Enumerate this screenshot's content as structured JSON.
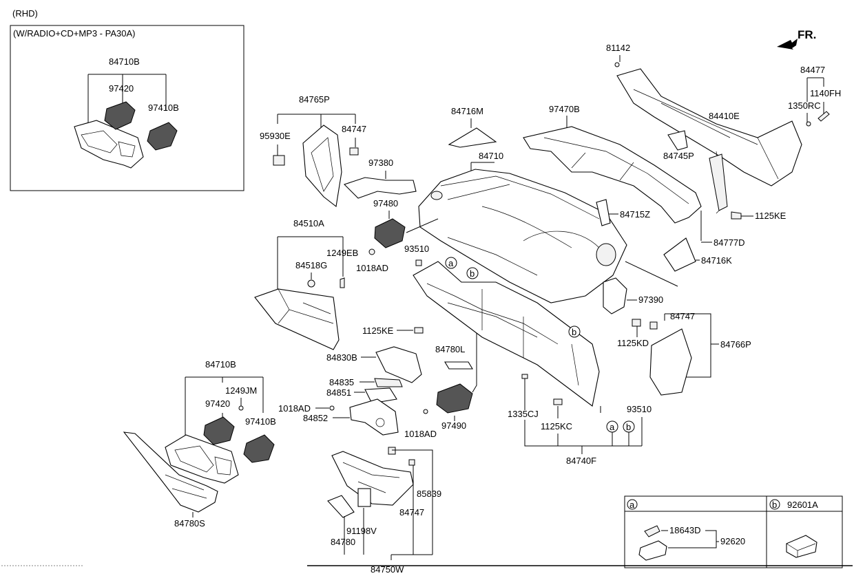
{
  "header": {
    "rhd": "(RHD)",
    "inset_variant": "(W/RADIO+CD+MP3 - PA30A)",
    "front_marker": "FR."
  },
  "labels": {
    "p84710B_top": "84710B",
    "p97420_top": "97420",
    "p97410B_top": "97410B",
    "p84765P": "84765P",
    "p84747_a": "84747",
    "p95930E": "95930E",
    "p84716M": "84716M",
    "p84710": "84710",
    "p97470B": "97470B",
    "p81142": "81142",
    "p84477": "84477",
    "p1140FH": "1140FH",
    "p1350RC": "1350RC",
    "p84410E": "84410E",
    "p84745P": "84745P",
    "p97380": "97380",
    "p97480": "97480",
    "p84715Z": "84715Z",
    "p1125KE_r": "1125KE",
    "p84510A": "84510A",
    "p1249EB": "1249EB",
    "p84518G": "84518G",
    "p93510_a": "93510",
    "p1018AD_a": "1018AD",
    "p84777D": "84777D",
    "p84716K": "84716K",
    "p97390": "97390",
    "p84747_b": "84747",
    "p1125KD": "1125KD",
    "p84766P": "84766P",
    "p1125KE_c": "1125KE",
    "p84780L": "84780L",
    "p84830B": "84830B",
    "p84835": "84835",
    "p84851": "84851",
    "p84710B_bot": "84710B",
    "p1249JM": "1249JM",
    "p97420_bot": "97420",
    "p97410B_bot": "97410B",
    "p1018AD_b": "1018AD",
    "p84852": "84852",
    "p1018AD_c": "1018AD",
    "p97490": "97490",
    "p1335CJ": "1335CJ",
    "p1125KC": "1125KC",
    "p93510_b": "93510",
    "p84740F": "84740F",
    "p84780S": "84780S",
    "p85839": "85839",
    "p84747_c": "84747",
    "p91198V": "91198V",
    "p84780": "84780",
    "p84750W": "84750W"
  },
  "callouts": {
    "a": "a",
    "b": "b"
  },
  "legend": {
    "a_letter": "a",
    "b_letter": "b",
    "b_part": "92601A",
    "a_part1": "18643D",
    "a_part2": "92620"
  }
}
